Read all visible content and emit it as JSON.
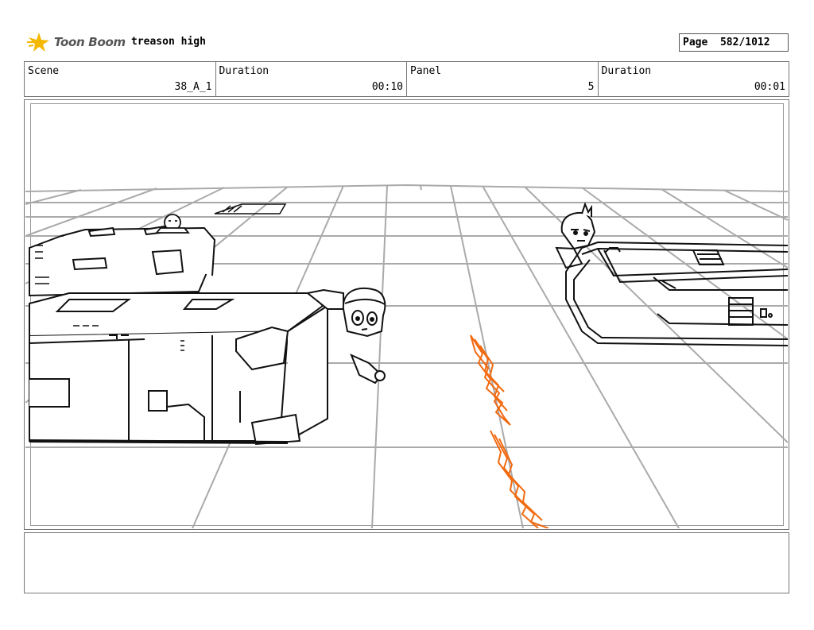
{
  "header": {
    "logo_text": "Toon Boom",
    "project_title": "treason high",
    "page_label": "Page",
    "page_number": "582/1012"
  },
  "info": {
    "scene_label": "Scene",
    "scene_value": "38_A_1",
    "scene_duration_label": "Duration",
    "scene_duration_value": "00:10",
    "panel_label": "Panel",
    "panel_value": "5",
    "panel_duration_label": "Duration",
    "panel_duration_value": "00:01"
  },
  "notes": {
    "text": ""
  },
  "colors": {
    "logo_accent": "#f5b800",
    "grid": "#aaaaaa",
    "line_art": "#111111",
    "effect": "#f26a10"
  },
  "icons": {
    "logo": "toon-boom-star-icon"
  }
}
